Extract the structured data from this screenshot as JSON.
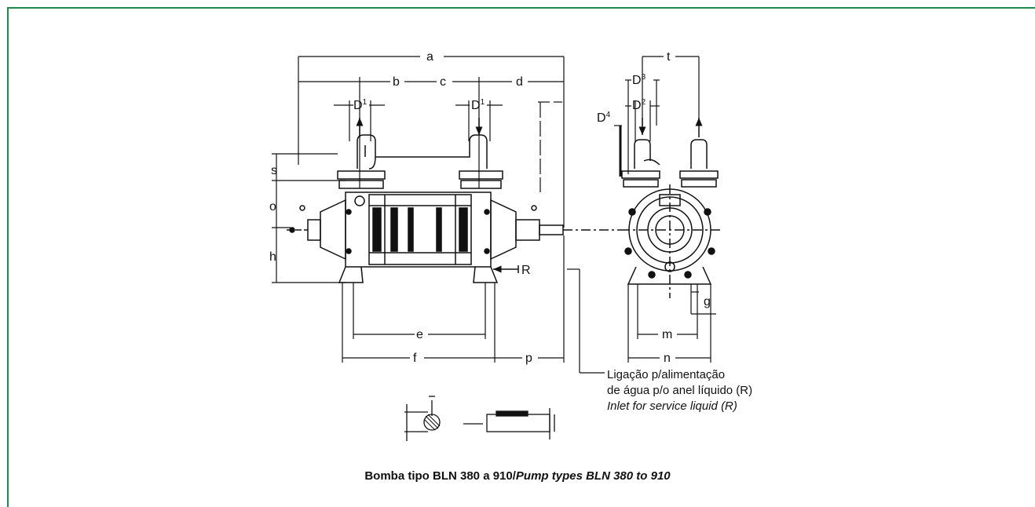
{
  "frame_color": "#1e8c4e",
  "dimension_labels": {
    "a": "a",
    "b": "b",
    "c": "c",
    "d": "d",
    "D1": "D",
    "D1_sup": "1",
    "D2": "D",
    "D2_sup": "2",
    "D3": "D",
    "D3_sup": "3",
    "D4": "D",
    "D4_sup": "4",
    "t": "t",
    "s": "s",
    "o": "o",
    "h": "h",
    "e": "e",
    "f": "f",
    "p": "p",
    "R": "R",
    "g": "g",
    "m": "m",
    "n": "n"
  },
  "note": {
    "line1": "Ligação p/alimentação",
    "line2": "de água p/o anel líquido (R)",
    "line3": "Inlet for service liquid (R)"
  },
  "caption": {
    "pt": "Bomba tipo BLN 380 a 910/",
    "en": "Pump types BLN 380 to 910"
  }
}
